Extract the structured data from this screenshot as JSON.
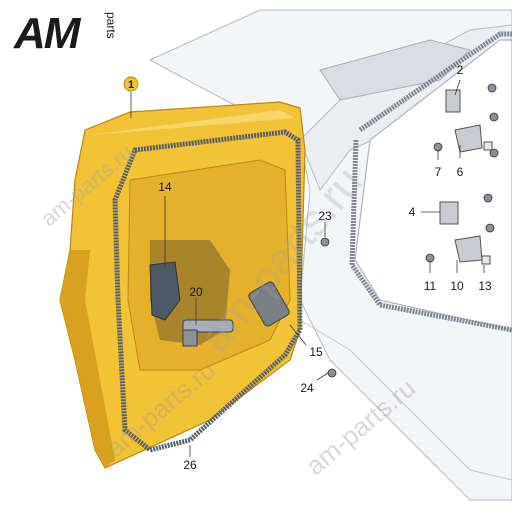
{
  "logo": {
    "main": "AM",
    "sub": "parts"
  },
  "watermarks": [
    "am-parts.ru",
    "am-parts.ru",
    "am-parts.ru",
    "am-parts.ru"
  ],
  "callouts": [
    {
      "id": "c1",
      "label": "1"
    },
    {
      "id": "c2",
      "label": "2"
    },
    {
      "id": "c4",
      "label": "4"
    },
    {
      "id": "c6",
      "label": "6"
    },
    {
      "id": "c7",
      "label": "7"
    },
    {
      "id": "c10",
      "label": "10"
    },
    {
      "id": "c11",
      "label": "11"
    },
    {
      "id": "c13",
      "label": "13"
    },
    {
      "id": "c14",
      "label": "14"
    },
    {
      "id": "c15",
      "label": "15"
    },
    {
      "id": "c20",
      "label": "20"
    },
    {
      "id": "c23",
      "label": "23"
    },
    {
      "id": "c24",
      "label": "24"
    },
    {
      "id": "c26",
      "label": "26"
    }
  ],
  "colors": {
    "door": "#f2c237",
    "door_shade": "#d9a21e",
    "seal": "#5a6572",
    "body": "#eef0f3",
    "badge": "#f2c237"
  }
}
